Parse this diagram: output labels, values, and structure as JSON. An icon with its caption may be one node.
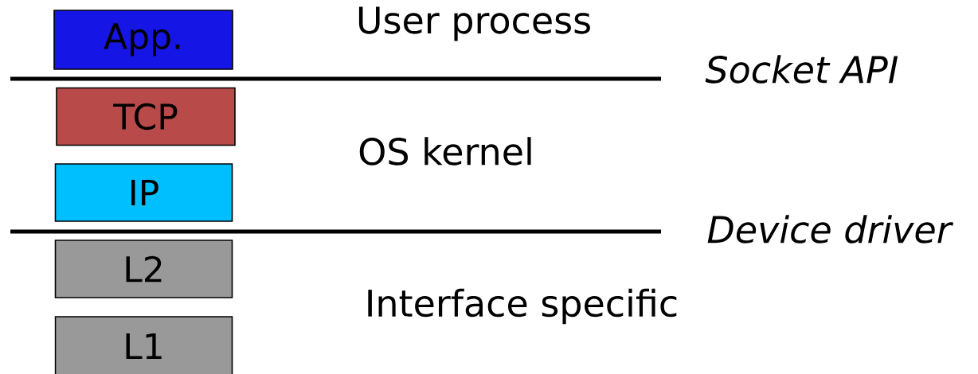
{
  "diagram": {
    "nodes": [
      {
        "text": [
          "App."
        ]
      },
      {
        "text": [
          "TCP"
        ]
      },
      {
        "text": [
          "IP"
        ]
      },
      {
        "text": [
          "L2"
        ]
      },
      {
        "text": [
          "L1"
        ]
      }
    ],
    "labels": [
      "User process",
      "Socket API",
      "OS kernel",
      "Device driver",
      "Interface specific"
    ]
  }
}
